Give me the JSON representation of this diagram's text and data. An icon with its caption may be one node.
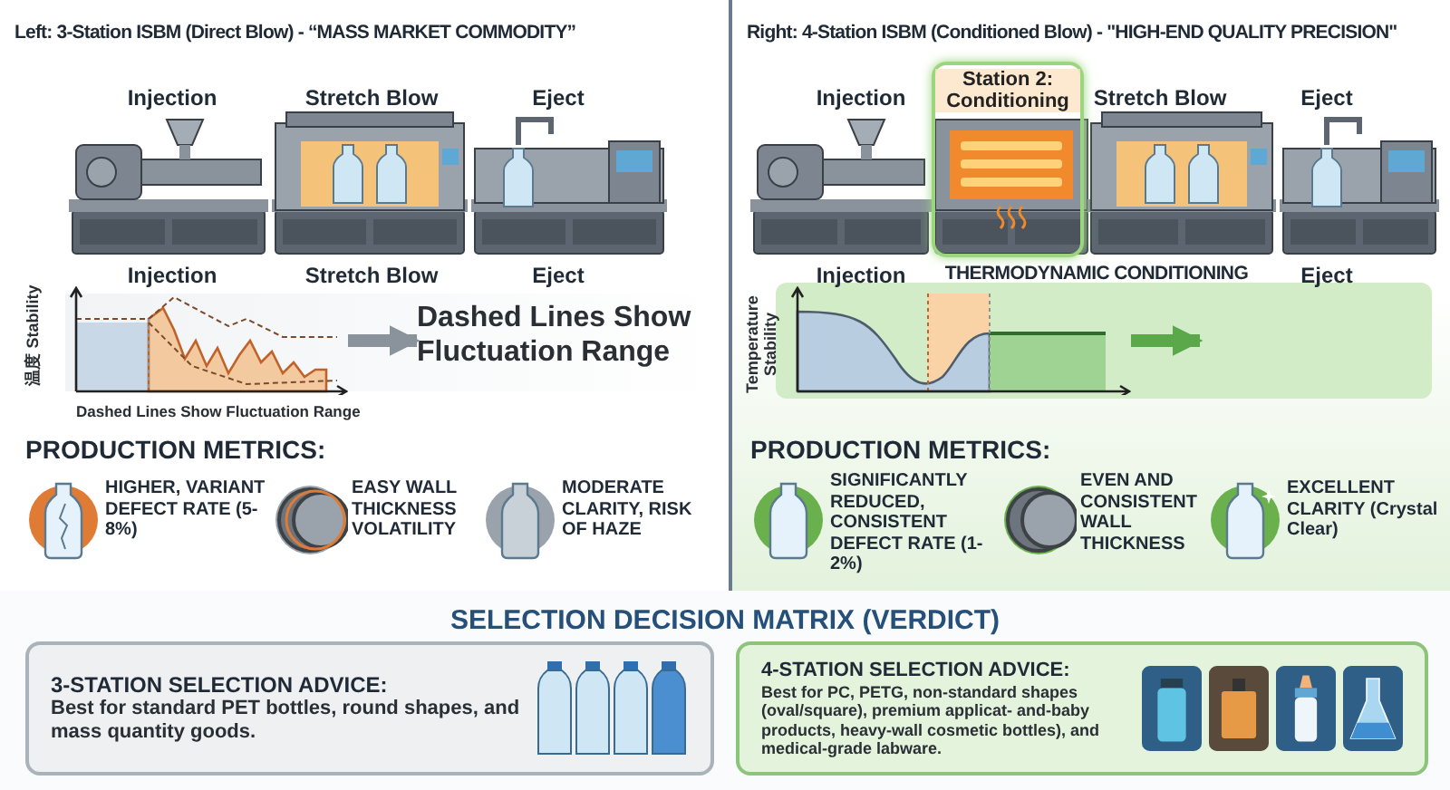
{
  "diagram": {
    "nodes": [
      {
        "text": [
          "Left: 3-Station ISBM (Direct Blow) - “MASS MARKET COMMODITY”"
        ]
      },
      {
        "text": [
          "Right: 4-Station ISBM (Conditioned Blow) - \"HIGH-END QUALITY PRECISION\""
        ]
      },
      {
        "text": [
          "Station 2: Conditioning"
        ],
        "in": 1
      },
      {
        "text": [],
        "shape": "picture",
        "in": 0,
        "beside": [
          "Dashed Lines Show Fluctuation Range"
        ]
      },
      {
        "text": [
          "Dashed Lines Show Fluctuation Range"
        ],
        "in": 0
      },
      {
        "text": [],
        "shape": "picture",
        "in": 1
      },
      {
        "text": [
          "3-STATION SELECTION ADVICE:",
          "Best for standard PET bottles, round shapes, and mass quantity goods."
        ]
      },
      {
        "text": [
          "4-STATION SELECTION ADVICE:",
          "Best for PC, PETG, non-standard shapes (oval/square), premium applicat- and-baby products, heavy-wall cosmetic bottles), and medical-grade labware."
        ]
      }
    ],
    "edges": [
      {
        "from": 3,
        "to": 4,
        "arrow": "to"
      },
      {
        "from": 5,
        "to": null,
        "arrow": "to",
        "color": "#5aa84a"
      }
    ],
    "labels": [
      "Injection",
      "Stretch Blow",
      "Eject",
      "Injection",
      "Stretch Blow",
      "Eject",
      "Injection",
      "Stretch Blow",
      "Eject",
      "Injection",
      "THERMODYNAMIC CONDITIONING",
      "Eject",
      "温度 Stability",
      "Temperature Stability",
      "PRODUCTION METRICS:",
      "HIGHER, VARIANT DEFECT RATE (5-8%)",
      "EASY WALL THICKNESS VOLATILITY",
      "MODERATE CLARITY, RISK OF HAZE",
      "PRODUCTION METRICS:",
      "SIGNIFICANTLY REDUCED, CONSISTENT DEFECT RATE (1-2%)",
      "EVEN AND CONSISTENT WALL THICKNESS",
      "EXCELLENT CLARITY (Crystal Clear)",
      "SELECTION DECISION MATRIX (VERDICT)"
    ]
  }
}
